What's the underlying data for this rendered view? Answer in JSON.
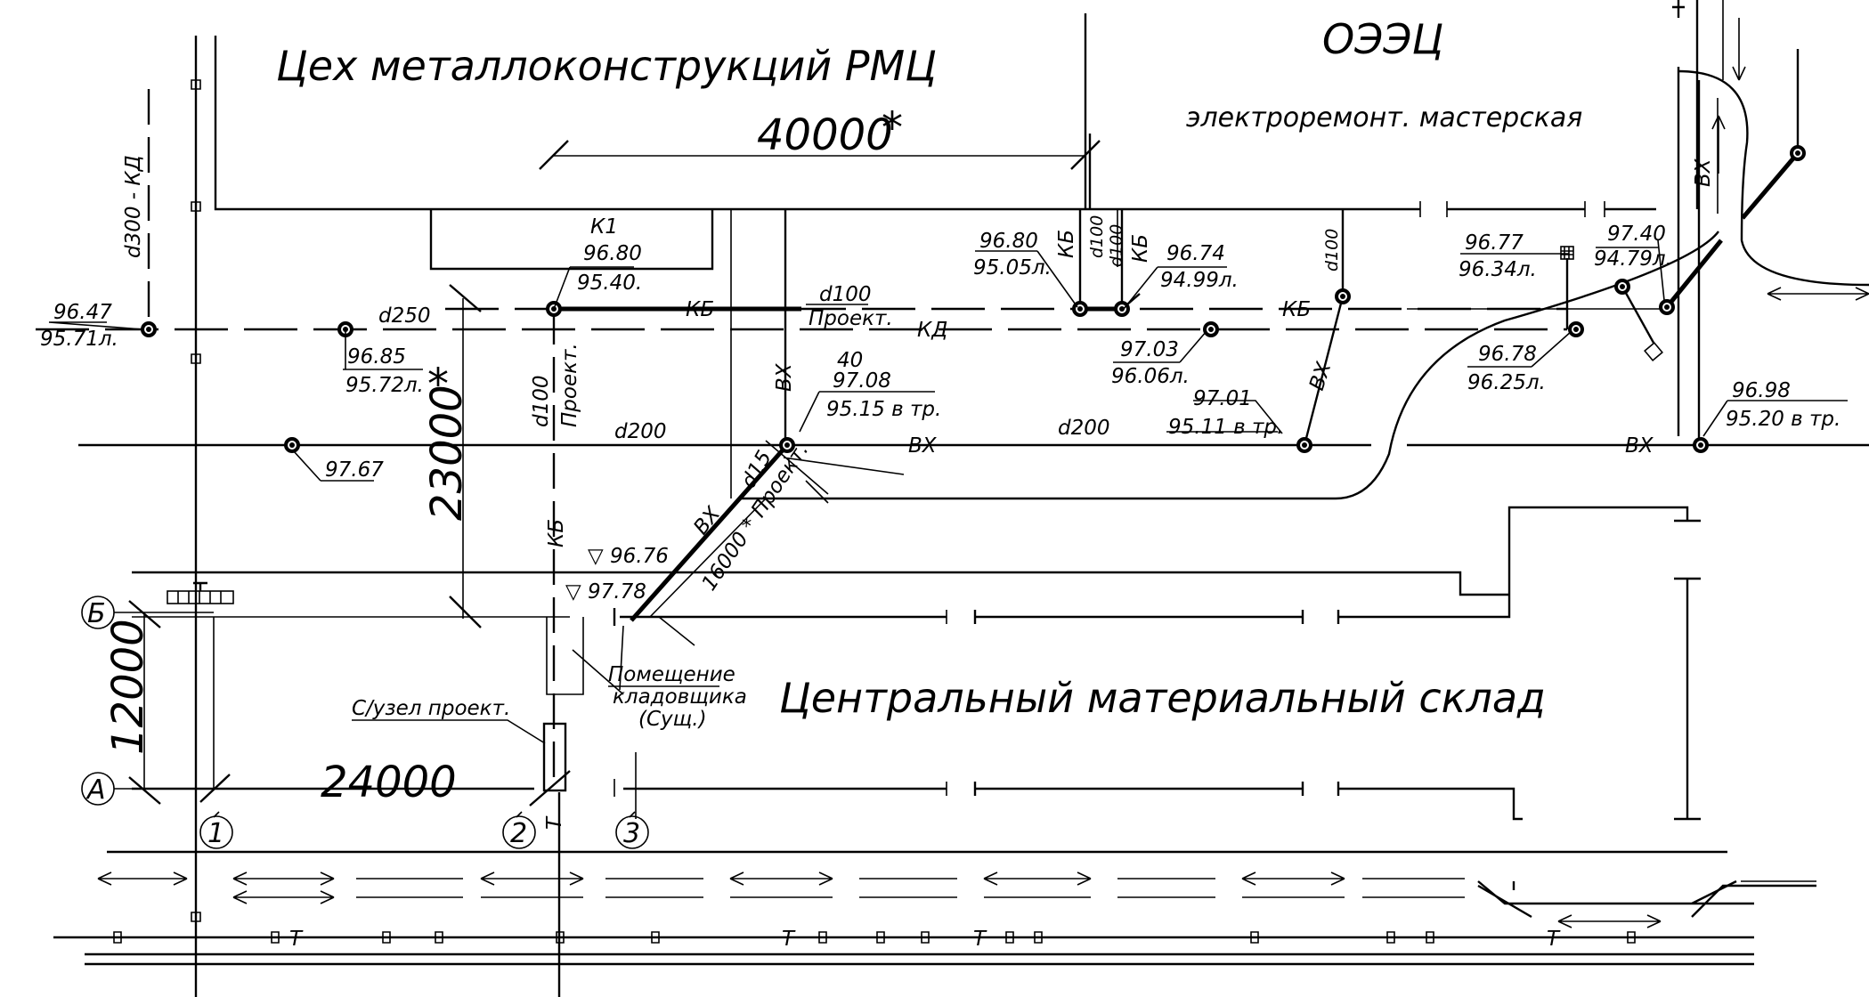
{
  "labels": {
    "ceh_rmc": "Цех металлоконструкций РМЦ",
    "oezc": "ОЭЭЦ",
    "elektro": "электроремонт. мастерская",
    "sklad": "Центральный материальный склад",
    "pomeshchenie_1": "Помещение",
    "pomeshchenie_2": "кладовщика",
    "pomeshchenie_3": "(Сущ.)",
    "s_uzel": "С/узел проект."
  },
  "dimensions": {
    "d40000": "40000",
    "star": "*",
    "d23000": "23000",
    "d12000": "12000",
    "d24000": "24000",
    "d16000": "16000 * Проект."
  },
  "axes": {
    "b": "Б",
    "a": "А"
  },
  "markers": {
    "m1": "1",
    "m2": "2",
    "m3": "3",
    "t2": "T"
  },
  "pipes": {
    "d300_kd": "d300  - КД",
    "d250": "d250",
    "kb1": "КБ",
    "d100_proekt_h_1": "d100",
    "d100_proekt_h_2": "Проект.",
    "kd1": "КД",
    "kb2": "КБ",
    "kb_v1": "КБ",
    "d100_v1": "d100",
    "d100_v2": "d100",
    "kb_v2": "КБ",
    "d100_v3": "d100",
    "d100_proekt_v": "d100",
    "proekt_v": "Проект.",
    "kb_v3": "КБ",
    "vx_v1": "ВХ",
    "d200_1": "d200",
    "vx1": "ВХ",
    "d200_2": "d200",
    "vx2": "ВХ",
    "vx_diag1": "ВХ",
    "vx_diag2": "ВХ",
    "d15": "d15",
    "vx_v2": "ВХ",
    "k1": "К1"
  },
  "elevations": {
    "e1_top": "96.47",
    "e1_bot": "95.71л.",
    "e2_top": "96.85",
    "e2_bot": "95.72л.",
    "e3_top": "96.80",
    "e3_bot": "95.40.",
    "e4_top": "96.80",
    "e4_bot": "95.05л.",
    "e5_top": "96.74",
    "e5_bot": "94.99л.",
    "e6_top": "97.03",
    "e6_bot": "96.06л.",
    "e7_top": "96.77",
    "e7_bot": "96.34л.",
    "e8_top": "97.40",
    "e8_bot": "94.79л.",
    "e9_top": "96.78",
    "e9_bot": "96.25л.",
    "e10": "97.67",
    "e11_top": "40",
    "e11_mid": "97.08",
    "e11_bot": "95.15 в тр.",
    "e12_top": "97.01",
    "e12_bot": "95.11 в тр.",
    "e13_top": "96.98",
    "e13_bot": "95.20 в тр.",
    "e14": "▽ 96.76",
    "e15": "▽ 97.78"
  },
  "rail_labels": {
    "t1": "T",
    "t2": "T",
    "t3": "T",
    "t4": "T"
  }
}
